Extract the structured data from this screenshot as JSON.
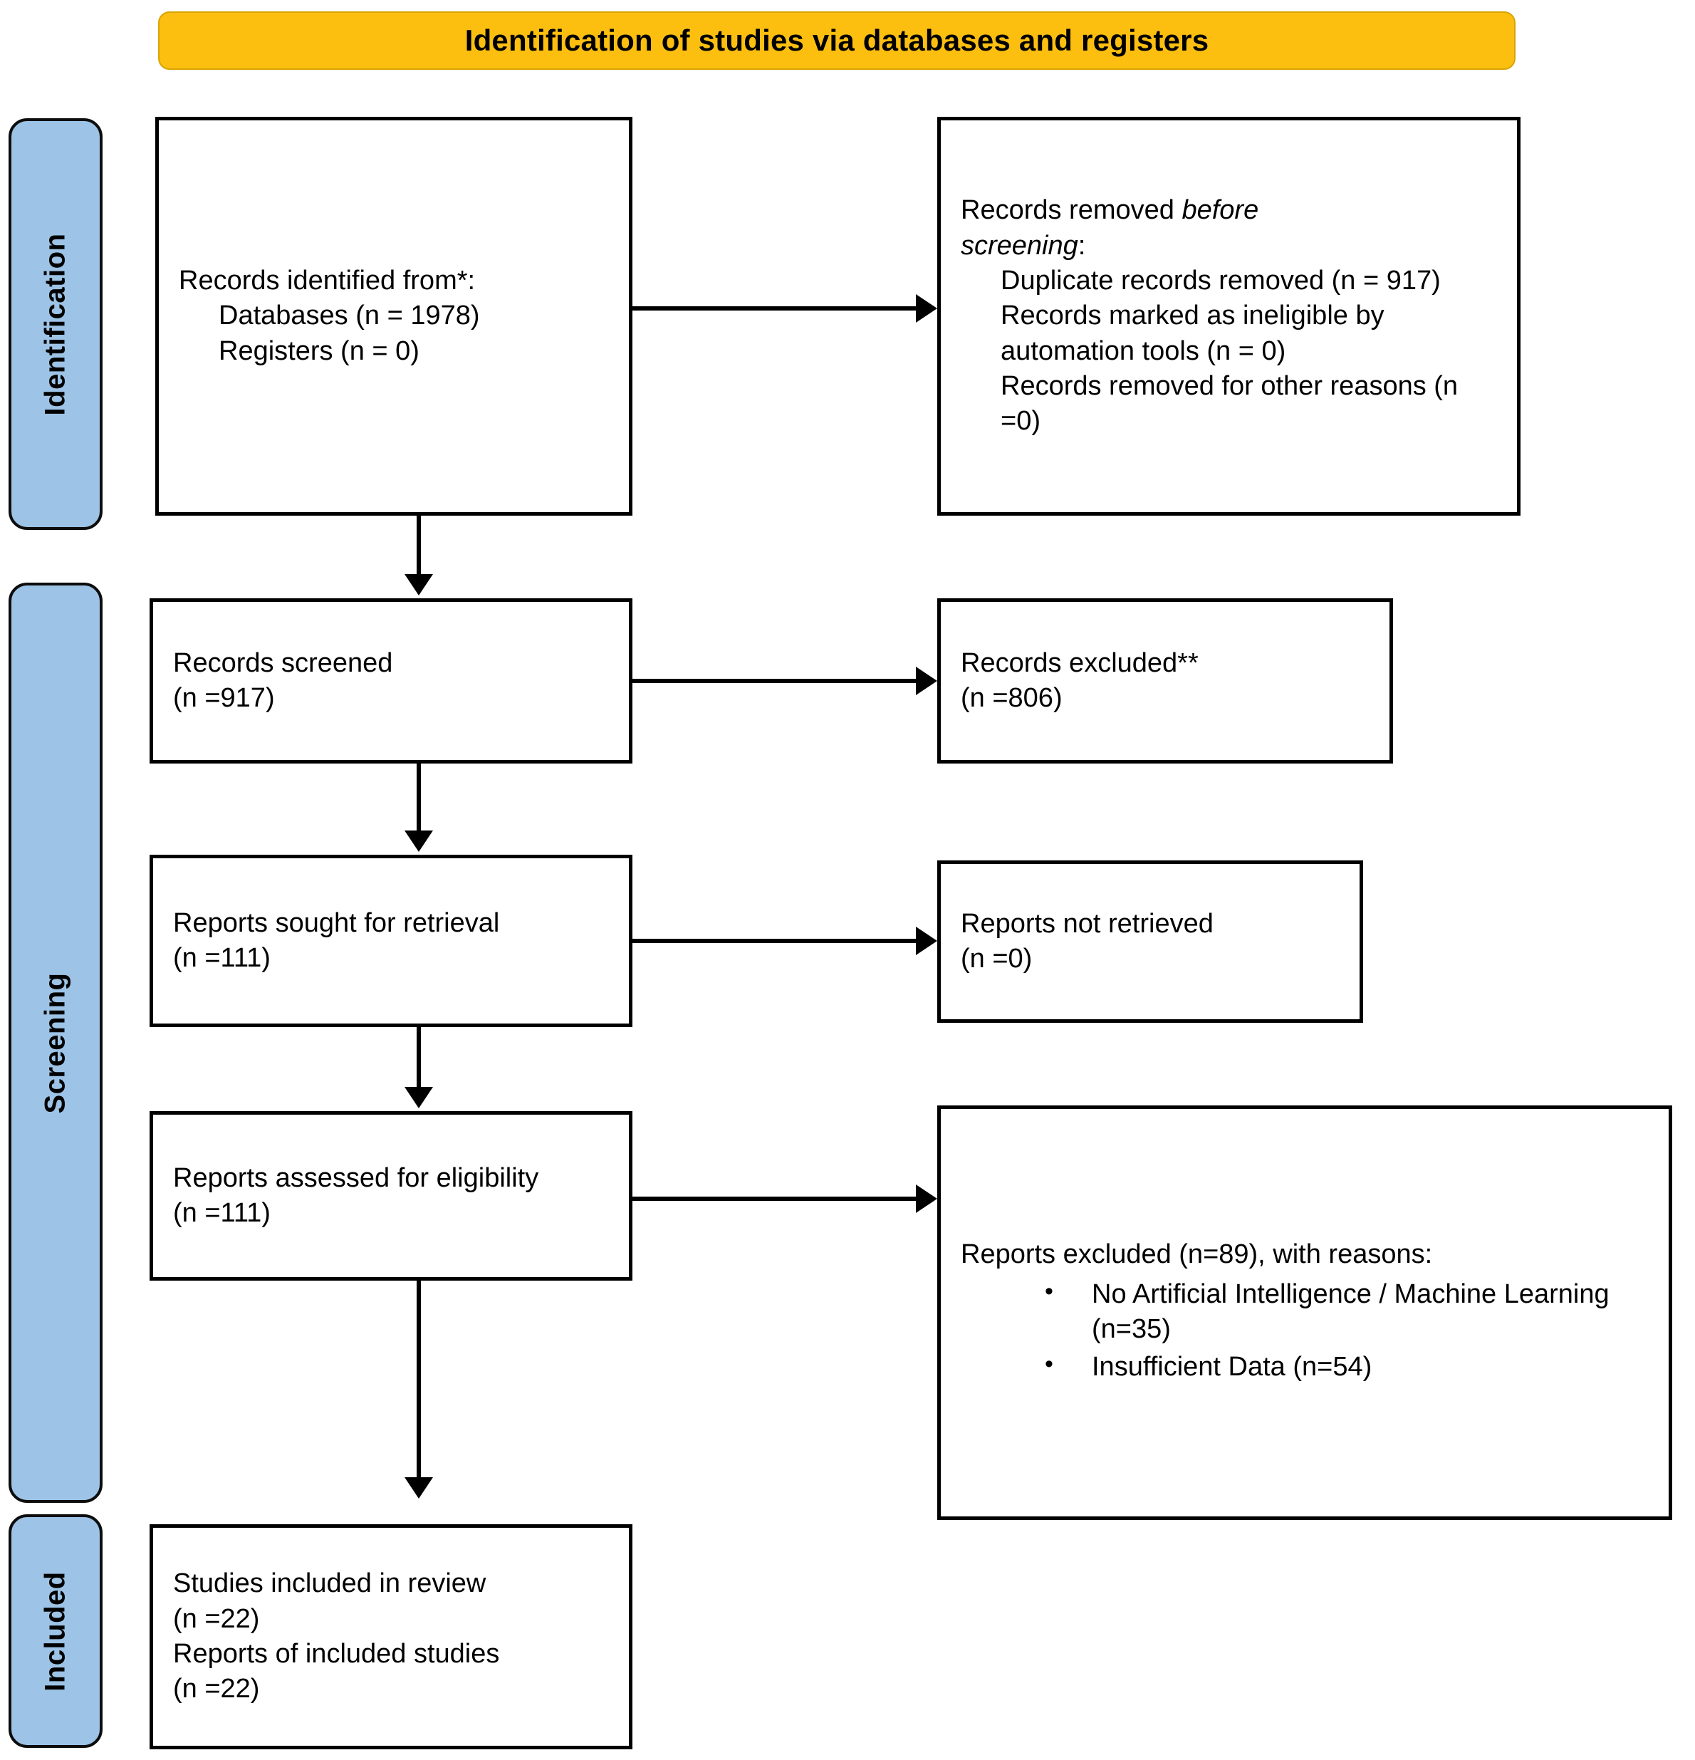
{
  "header": {
    "title": "Identification of studies via databases and registers",
    "background_color": "#FCBF10"
  },
  "stages": {
    "identification": {
      "label": "Identification",
      "color": "#9DC3E6"
    },
    "screening": {
      "label": "Screening",
      "color": "#9DC3E6"
    },
    "included": {
      "label": "Included",
      "color": "#9DC3E6"
    }
  },
  "boxes": {
    "identified": {
      "line1": "Records identified from*:",
      "line2": "Databases (n = 1978)",
      "line3": "Registers (n = 0)"
    },
    "removed": {
      "line1_a": "Records removed ",
      "line1_italic": "before",
      "line2_italic": "screening",
      "line2_b": ":",
      "item1": "Duplicate records removed (n = 917)",
      "item2": "Records marked as ineligible by automation tools (n = 0)",
      "item3": "Records removed for other reasons (n =0)"
    },
    "screened": {
      "line1": "Records screened",
      "line2": "(n =917)"
    },
    "records_excluded": {
      "line1": "Records excluded**",
      "line2": "(n =806)"
    },
    "sought": {
      "line1": "Reports sought for retrieval",
      "line2": "(n =111)"
    },
    "not_retrieved": {
      "line1": "Reports not retrieved",
      "line2": "(n =0)"
    },
    "assessed": {
      "line1": "Reports assessed for eligibility",
      "line2": "(n =111)"
    },
    "reports_excluded": {
      "heading": "Reports excluded (n=89), with reasons:",
      "reasons": [
        "No Artificial Intelligence / Machine Learning (n=35)",
        "Insufficient Data (n=54)"
      ]
    },
    "included": {
      "line1": "Studies included in review",
      "line2": "(n =22)",
      "line3": "Reports of included studies",
      "line4": "(n =22)"
    }
  },
  "chart_data": {
    "type": "diagram",
    "title": "Identification of studies via databases and registers",
    "nodes": [
      {
        "id": "identified",
        "stage": "Identification",
        "side": "left",
        "label": "Records identified from*: Databases (n = 1978); Registers (n = 0)",
        "values": {
          "databases": 1978,
          "registers": 0
        }
      },
      {
        "id": "removed",
        "stage": "Identification",
        "side": "right",
        "label": "Records removed before screening",
        "values": {
          "duplicates": 917,
          "ineligible_by_automation": 0,
          "other_reasons": 0
        }
      },
      {
        "id": "screened",
        "stage": "Screening",
        "side": "left",
        "label": "Records screened",
        "values": {
          "n": 917
        }
      },
      {
        "id": "records_excluded",
        "stage": "Screening",
        "side": "right",
        "label": "Records excluded**",
        "values": {
          "n": 806
        }
      },
      {
        "id": "sought",
        "stage": "Screening",
        "side": "left",
        "label": "Reports sought for retrieval",
        "values": {
          "n": 111
        }
      },
      {
        "id": "not_retrieved",
        "stage": "Screening",
        "side": "right",
        "label": "Reports not retrieved",
        "values": {
          "n": 0
        }
      },
      {
        "id": "assessed",
        "stage": "Screening",
        "side": "left",
        "label": "Reports assessed for eligibility",
        "values": {
          "n": 111
        }
      },
      {
        "id": "reports_excluded",
        "stage": "Screening",
        "side": "right",
        "label": "Reports excluded, with reasons",
        "values": {
          "n": 89,
          "no_ai_ml": 35,
          "insufficient_data": 54
        }
      },
      {
        "id": "included",
        "stage": "Included",
        "side": "left",
        "label": "Studies included in review / Reports of included studies",
        "values": {
          "studies": 22,
          "reports": 22
        }
      }
    ],
    "edges": [
      {
        "from": "identified",
        "to": "removed",
        "direction": "right"
      },
      {
        "from": "identified",
        "to": "screened",
        "direction": "down"
      },
      {
        "from": "screened",
        "to": "records_excluded",
        "direction": "right"
      },
      {
        "from": "screened",
        "to": "sought",
        "direction": "down"
      },
      {
        "from": "sought",
        "to": "not_retrieved",
        "direction": "right"
      },
      {
        "from": "sought",
        "to": "assessed",
        "direction": "down"
      },
      {
        "from": "assessed",
        "to": "reports_excluded",
        "direction": "right"
      },
      {
        "from": "assessed",
        "to": "included",
        "direction": "down"
      }
    ]
  }
}
